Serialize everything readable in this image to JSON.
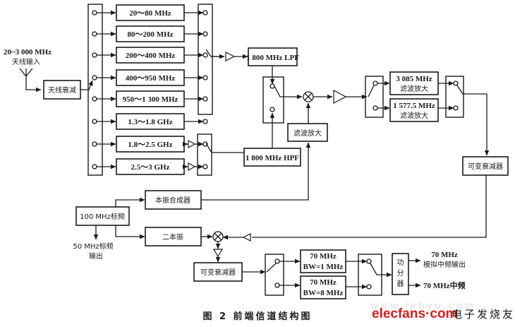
{
  "antenna": {
    "freq_label": "20~3 000 MHz",
    "input_label": "天线输入",
    "attenuator": "天线衰减"
  },
  "band_filters": [
    "20～80 MHz",
    "80～200 MHz",
    "200～400 MHz",
    "400～950 MHz",
    "950～1 300 MHz",
    "1.3～1.8 GHz",
    "1.8～2.5 GHz",
    "2.5～3 GHz"
  ],
  "lpf": "1 800 MHz LPF",
  "hpf": "1 800 MHz HPF",
  "lo_filter_amp": "滤波放大",
  "if1_filters": [
    {
      "freq": "3 085 MHz",
      "desc": "滤波放大"
    },
    {
      "freq": "1 577.5 MHz",
      "desc": "滤波放大"
    }
  ],
  "var_attenuator_1": "可变衰减器",
  "var_attenuator_2": "可变衰减器",
  "ref_osc": "100 MHz标频",
  "ref_out": {
    "line1": "50 MHz标频",
    "line2": "输出"
  },
  "lo_synth": "本振合成器",
  "second_lo": "二本振",
  "if2_filters": [
    {
      "freq": "70 MHz",
      "bw": "BW=1 MHz"
    },
    {
      "freq": "70 MHz",
      "bw": "BW=8 MHz"
    }
  ],
  "splitter": [
    "功",
    "分",
    "器"
  ],
  "outputs": {
    "analog_freq": "70 MHz",
    "analog_desc": "模拟中频输出",
    "if_out": "70 MHz中频"
  },
  "caption": "图 2   前端信道结构图",
  "watermark": {
    "brand": "elecfans·com",
    "cn": "电子发烧友",
    "faint": "www.iebyu.com",
    "brand_color": "#d2201e"
  }
}
